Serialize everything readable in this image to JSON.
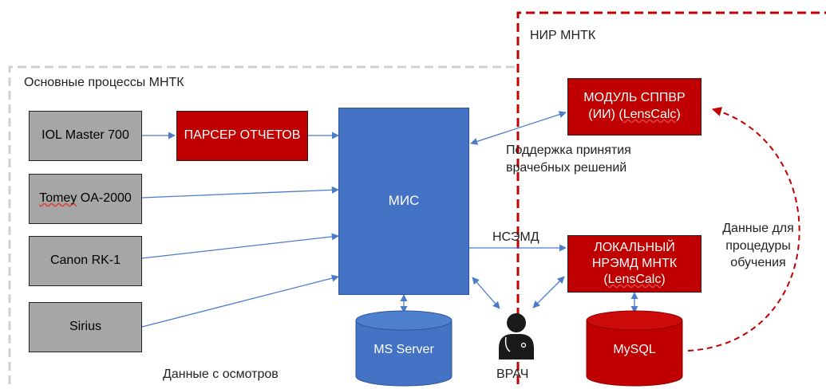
{
  "zones": {
    "main_processes": "Основные процессы МНТК",
    "research": "НИР МНТК"
  },
  "devices": [
    {
      "id": "iol",
      "label": "IOL Master 700"
    },
    {
      "id": "tomey",
      "label_parts": [
        "Tomey",
        " OA-2000"
      ]
    },
    {
      "id": "canon",
      "label": "Canon RK-1"
    },
    {
      "id": "sirius",
      "label": "Sirius"
    }
  ],
  "parser": {
    "label": "ПАРСЕР ОТЧЕТОВ"
  },
  "mis": {
    "label": "МИС"
  },
  "module": {
    "line1": "МОДУЛЬ СППВР",
    "line2_prefix": "(ИИ) (",
    "line2_word": "LensCalc",
    "line2_suffix": ")"
  },
  "local_db": {
    "line1": "ЛОКАЛЬНЫЙ",
    "line2": "НРЭМД МНТК",
    "line3_prefix": "(",
    "line3_word": "LensCalc",
    "line3_suffix": ")"
  },
  "ms_server": {
    "label": "MS Server"
  },
  "mysql": {
    "label": "MySQL"
  },
  "doctor": {
    "label": "ВРАЧ",
    "icon": "doctor-icon"
  },
  "labels": {
    "support_line1": "Поддержка принятия",
    "support_line2": "врачебных решений",
    "nsemd": "НСЭМД",
    "training_line1": "Данные для",
    "training_line2": "процедуры",
    "training_line3": "обучения",
    "exam_data": "Данные с осмотров"
  },
  "colors": {
    "red": "#c00000",
    "blue": "#4472c4",
    "gray": "#a6a6a6",
    "zone_gray": "#d0d0d0",
    "arrow": "#4a7cc8"
  }
}
